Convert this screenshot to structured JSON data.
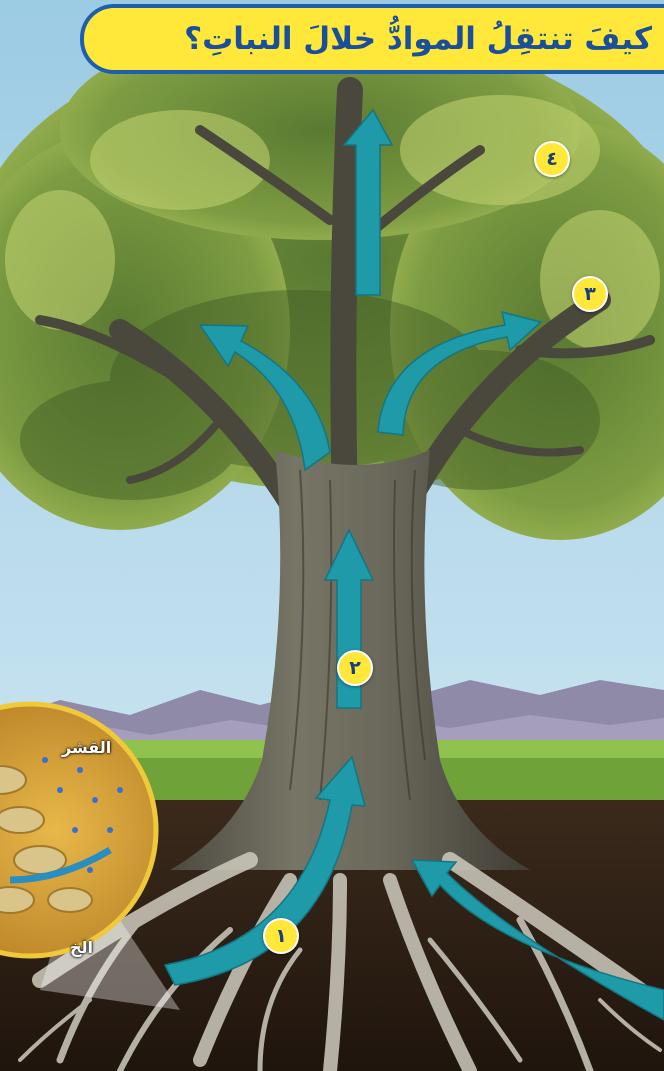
{
  "title": "كيفَ تنتقِلُ الموادُّ خلالَ النباتِ؟",
  "steps": {
    "step1": "١",
    "step2": "٢",
    "step3": "٣",
    "step4": "٤"
  },
  "inset": {
    "label_top": "القشر",
    "label_bottom": "الخ"
  },
  "colors": {
    "banner": "#ffe83a",
    "banner_border": "#1d5fae",
    "title_text": "#1a4f9c",
    "arrow": "#1e9aa8",
    "badge": "#ffe83a"
  }
}
